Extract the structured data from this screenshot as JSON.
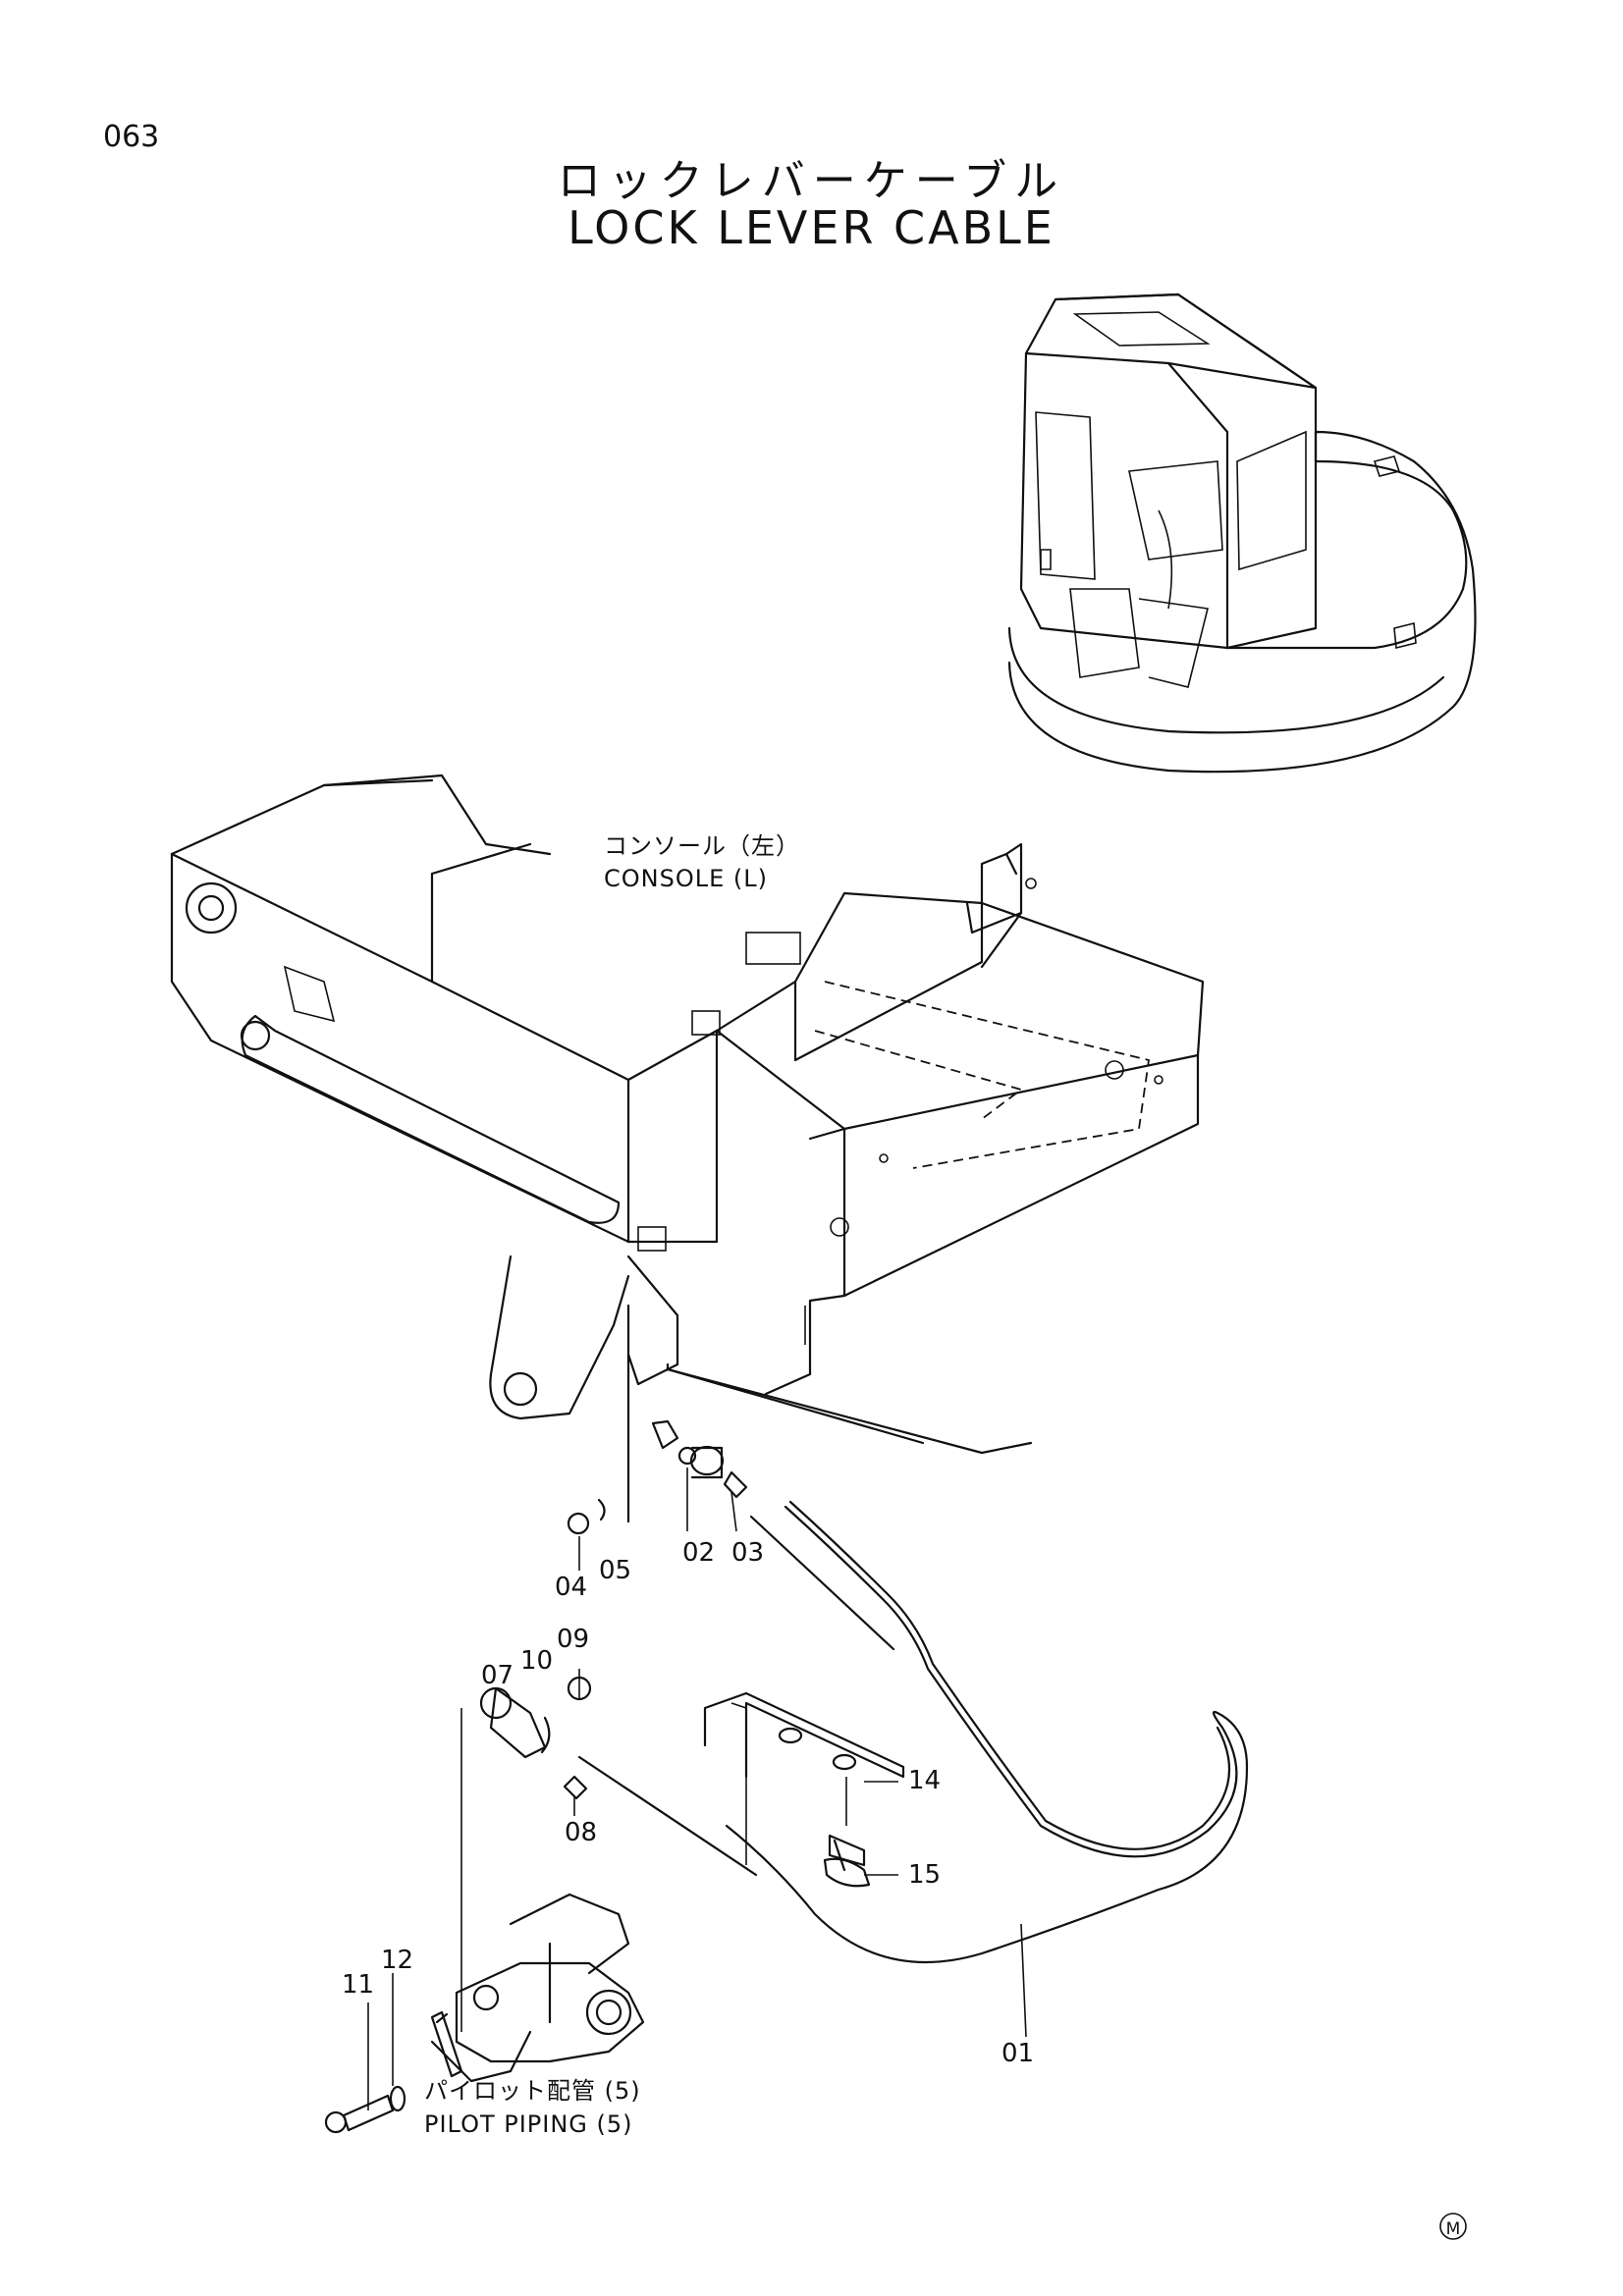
{
  "page_number": "063",
  "title_jp": "ロックレバーケーブル",
  "title_en": "LOCK LEVER CABLE",
  "labels": {
    "console_jp": "コンソール（左）",
    "console_en": "CONSOLE (L)",
    "pilot_jp": "パイロット配管 (5)",
    "pilot_en": "PILOT PIPING (5)"
  },
  "callouts": {
    "p01": "01",
    "p02": "02",
    "p03": "03",
    "p04": "04",
    "p05": "05",
    "p07": "07",
    "p08": "08",
    "p09": "09",
    "p10": "10",
    "p11": "11",
    "p12": "12",
    "p14": "14",
    "p15": "15"
  },
  "mark": "M"
}
